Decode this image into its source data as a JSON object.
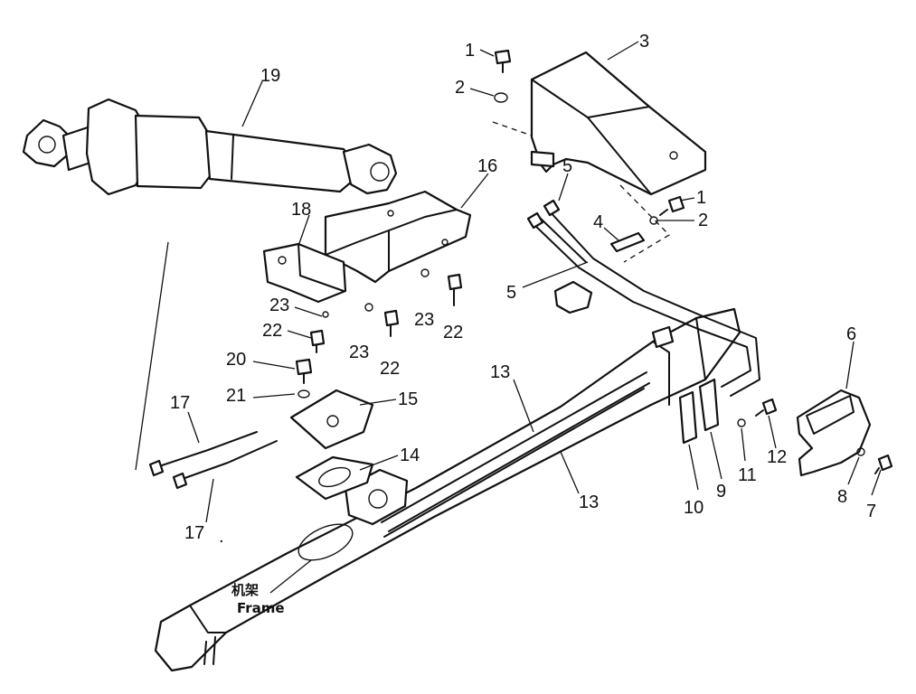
{
  "callouts": [
    "1",
    "2",
    "3",
    "1",
    "2",
    "4",
    "5",
    "5",
    "6",
    "7",
    "8",
    "9",
    "10",
    "11",
    "12",
    "13",
    "13",
    "14",
    "15",
    "16",
    "17",
    "17",
    "18",
    "19",
    "20",
    "21",
    "22",
    "22",
    "22",
    "23",
    "23",
    "23"
  ],
  "frame_label": {
    "cn": "机架",
    "en": "Frame"
  },
  "dot_mark": "."
}
